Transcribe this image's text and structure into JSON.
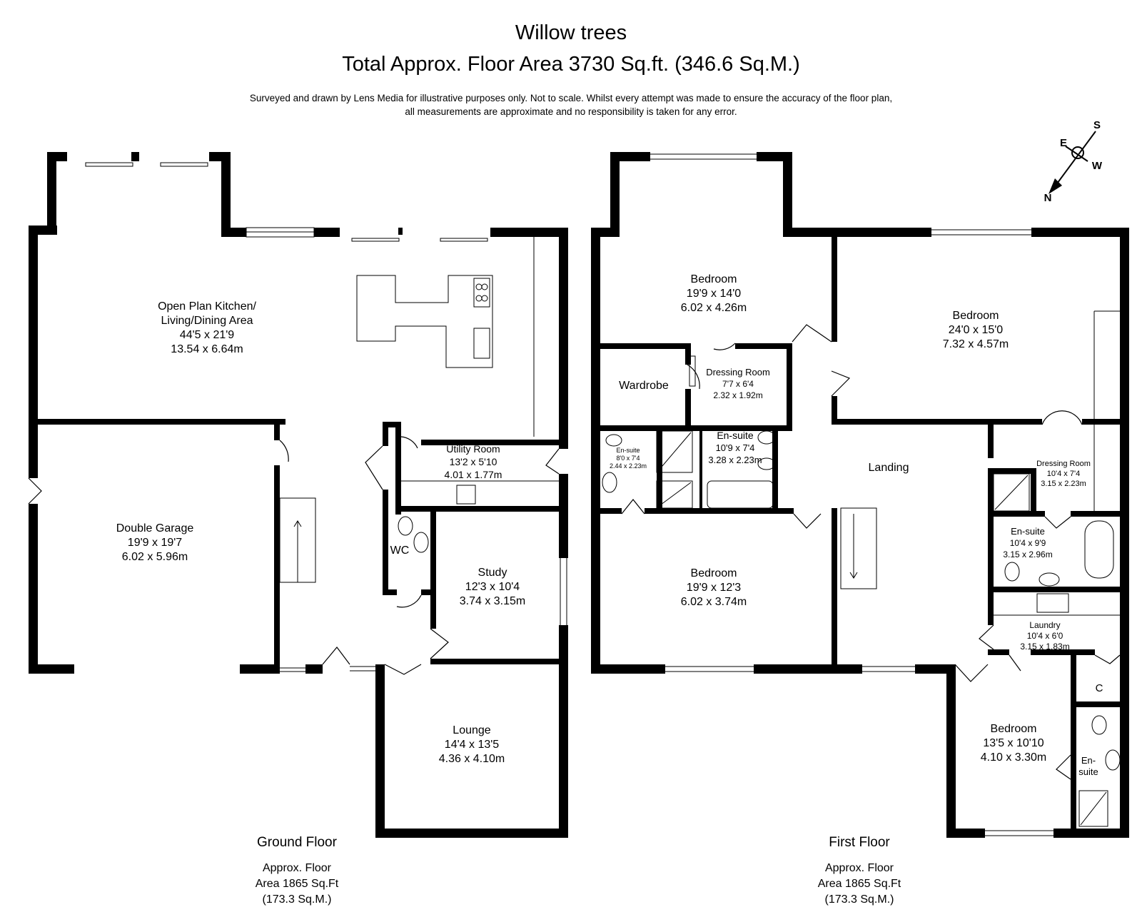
{
  "header": {
    "title": "Willow trees",
    "subtitle": "Total Approx. Floor Area 3730 Sq.ft. (346.6 Sq.M.)",
    "disclaimer_line1": "Surveyed and drawn by Lens Media for illustrative purposes only. Not to scale. Whilst every attempt was made to ensure the accuracy of the floor plan,",
    "disclaimer_line2": "all measurements are approximate and no responsibility is taken for any error."
  },
  "compass": {
    "n": "N",
    "s": "S",
    "e": "E",
    "w": "W"
  },
  "ground_floor": {
    "label": "Ground Floor",
    "area_line1": "Approx. Floor",
    "area_line2": "Area 1865 Sq.Ft",
    "area_line3": "(173.3 Sq.M.)",
    "rooms": {
      "kitchen": {
        "name1": "Open Plan Kitchen/",
        "name2": "Living/Dining Area",
        "imperial": "44'5 x 21'9",
        "metric": "13.54 x 6.64m"
      },
      "garage": {
        "name": "Double Garage",
        "imperial": "19'9 x 19'7",
        "metric": "6.02 x 5.96m"
      },
      "utility": {
        "name": "Utility Room",
        "imperial": "13'2 x 5'10",
        "metric": "4.01 x 1.77m"
      },
      "wc": {
        "name": "WC"
      },
      "study": {
        "name": "Study",
        "imperial": "12'3 x 10'4",
        "metric": "3.74 x 3.15m"
      },
      "lounge": {
        "name": "Lounge",
        "imperial": "14'4 x 13'5",
        "metric": "4.36 x 4.10m"
      }
    }
  },
  "first_floor": {
    "label": "First Floor",
    "area_line1": "Approx. Floor",
    "area_line2": "Area 1865 Sq.Ft",
    "area_line3": "(173.3 Sq.M.)",
    "rooms": {
      "bedroom1": {
        "name": "Bedroom",
        "imperial": "19'9 x 14'0",
        "metric": "6.02 x 4.26m"
      },
      "bedroom2": {
        "name": "Bedroom",
        "imperial": "24'0 x 15'0",
        "metric": "7.32 x 4.57m"
      },
      "wardrobe": {
        "name": "Wardrobe"
      },
      "dressing1": {
        "name": "Dressing Room",
        "imperial": "7'7 x 6'4",
        "metric": "2.32 x 1.92m"
      },
      "ensuite_small": {
        "name": "En-suite",
        "imperial": "8'0 x 7'4",
        "metric": "2.44 x 2.23m"
      },
      "ensuite_mid": {
        "name": "En-suite",
        "imperial": "10'9 x 7'4",
        "metric": "3.28 x 2.23m"
      },
      "landing": {
        "name": "Landing"
      },
      "dressing2": {
        "name": "Dressing Room",
        "imperial": "10'4 x 7'4",
        "metric": "3.15 x 2.23m"
      },
      "ensuite_right": {
        "name": "En-suite",
        "imperial": "10'4 x 9'9",
        "metric": "3.15 x 2.96m"
      },
      "bedroom3": {
        "name": "Bedroom",
        "imperial": "19'9 x 12'3",
        "metric": "6.02 x 3.74m"
      },
      "laundry": {
        "name": "Laundry",
        "imperial": "10'4 x 6'0",
        "metric": "3.15 x 1.83m"
      },
      "cupboard": {
        "name": "C"
      },
      "bedroom4": {
        "name": "Bedroom",
        "imperial": "13'5 x 10'10",
        "metric": "4.10 x 3.30m"
      },
      "ensuite_br": {
        "name1": "En-",
        "name2": "suite"
      }
    }
  }
}
